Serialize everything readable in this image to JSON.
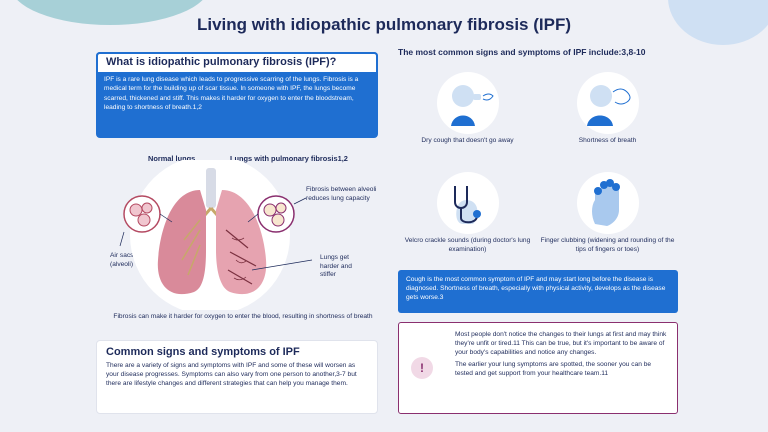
{
  "title": "Living with idiopathic pulmonary fibrosis (IPF)",
  "ipf": {
    "heading": "What is idiopathic pulmonary fibrosis (IPF)?",
    "text": "IPF is a rare lung disease which leads to progressive scarring of the lungs. Fibrosis is a medical term for the building up of scar tissue. In someone with IPF, the lungs become scarred, thickened and stiff. This makes it harder for oxygen to enter the bloodstream, leading to shortness of breath.1,2"
  },
  "lungs": {
    "normal_label": "Normal lungs",
    "fibrosis_label": "Lungs with pulmonary fibrosis1,2",
    "air_sacs": "Air sacs (alveoli)",
    "fibrosis_between": "Fibrosis between alveoli reduces lung capacity",
    "lungs_get": "Lungs get harder and stiffer",
    "caption": "Fibrosis can make it harder for oxygen to enter the blood, resulting in shortness of breath"
  },
  "common": {
    "heading": "Common signs and symptoms of IPF",
    "text": "There are a variety of signs and symptoms with IPF and some of these will worsen as your disease progresses. Symptoms can also vary from one person to another,3-7 but there are lifestyle changes and different strategies that can help you manage them."
  },
  "symptoms": {
    "heading": "The most common signs and symptoms of IPF include:3,8-10",
    "items": [
      {
        "label": "Dry cough that doesn't go away",
        "icon": "cough-icon"
      },
      {
        "label": "Shortness of breath",
        "icon": "breath-icon"
      },
      {
        "label": "Velcro crackle sounds (during doctor's lung examination)",
        "icon": "stethoscope-icon"
      },
      {
        "label": "Finger clubbing (widening and rounding of the tips of fingers or toes)",
        "icon": "hand-icon"
      }
    ]
  },
  "cough_note": "Cough is the most common symptom of IPF and may start long before the disease is diagnosed. Shortness of breath, especially with physical activity, develops as the disease gets worse.3",
  "note": {
    "p1": "Most people don't notice the changes to their lungs at first and may think they're unfit or tired.11 This can be true, but it's important to be aware of your body's capabilities and notice any changes.",
    "p2": "The earlier your lung symptoms are spotted, the sooner you can be tested and get support from your healthcare team.11",
    "icon": "!"
  },
  "colors": {
    "navy": "#1d2a5a",
    "blue": "#1f6fd1",
    "lung_pink": "#d98a9a",
    "accent_purple": "#8a2f6f"
  }
}
